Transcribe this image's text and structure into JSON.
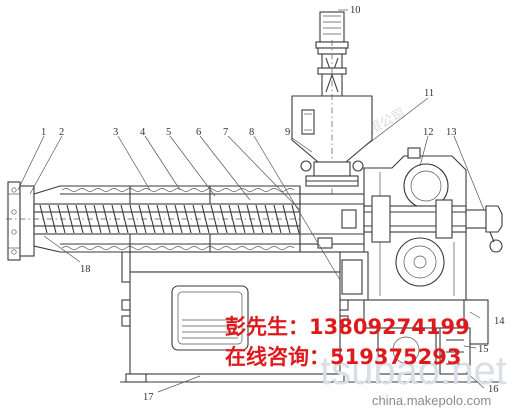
{
  "figure": {
    "part_numbers": [
      "1",
      "2",
      "3",
      "4",
      "5",
      "6",
      "7",
      "8",
      "9",
      "10",
      "11",
      "12",
      "13",
      "14",
      "15",
      "16",
      "17",
      "18"
    ]
  },
  "contact": {
    "line1": "彭先生：13809274199",
    "line2": "在线咨询：519375293"
  },
  "watermarks": {
    "tsubao": "tsubao.net",
    "makepolo": "china.makepolo.com",
    "faint_cn": "有限公司"
  }
}
